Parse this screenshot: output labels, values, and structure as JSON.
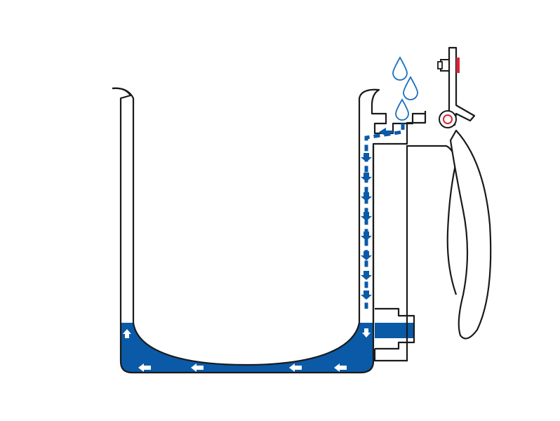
{
  "diagram": {
    "colors": {
      "water": "#0a5aa8",
      "outline": "#1a1a1a",
      "flow_arrow": "#ffffff",
      "droplet_stroke": "#1a6fc0",
      "accent_red": "#d6263a",
      "pivot_red": "#d6263a",
      "background": "#ffffff"
    },
    "parts": {
      "vessel": "double-wall-cup",
      "handle": "lever-handle",
      "droplets": 3,
      "flow_arrows_bottom": 5,
      "flow_arrows_channel": 10
    }
  }
}
